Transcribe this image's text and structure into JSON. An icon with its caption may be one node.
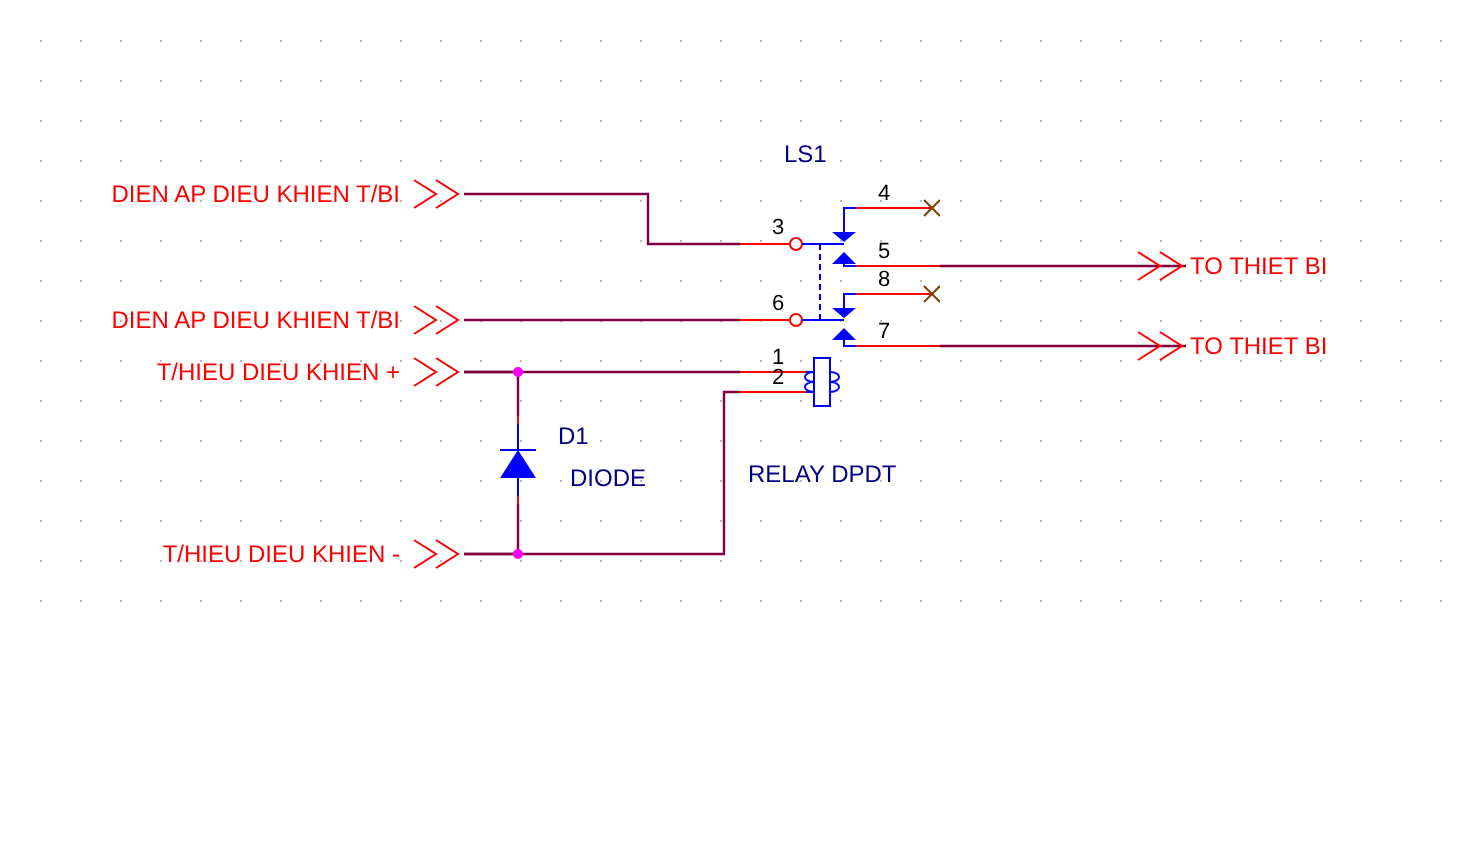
{
  "diagram": {
    "nodes": [
      {
        "text": [
          "DIEN AP DIEU KHIEN T/BI"
        ]
      },
      {
        "text": [
          "DIEN AP DIEU KHIEN T/BI"
        ]
      },
      {
        "text": [
          "T/HIEU DIEU KHIEN +"
        ]
      },
      {
        "text": [
          "T/HIEU DIEU KHIEN -"
        ]
      },
      {
        "text": [
          "LS1",
          "RELAY DPDT"
        ]
      },
      {
        "text": [
          "D1",
          "DIODE"
        ]
      },
      {
        "text": [
          "TO THIET BI"
        ]
      },
      {
        "text": [
          "TO THIET BI"
        ]
      }
    ],
    "edges": [
      {
        "from": 0,
        "to": 4,
        "arrow": "none"
      },
      {
        "from": 1,
        "to": 4,
        "arrow": "none"
      },
      {
        "from": 2,
        "to": 4,
        "arrow": "none"
      },
      {
        "from": 2,
        "to": 5,
        "arrow": "none"
      },
      {
        "from": 3,
        "to": 5,
        "arrow": "none"
      },
      {
        "from": 3,
        "to": 4,
        "arrow": "none"
      },
      {
        "from": 4,
        "to": 6,
        "arrow": "to"
      },
      {
        "from": 4,
        "to": 7,
        "arrow": "to"
      }
    ],
    "labels": [
      "4",
      "3",
      "5",
      "8",
      "6",
      "7",
      "1",
      "2"
    ]
  }
}
